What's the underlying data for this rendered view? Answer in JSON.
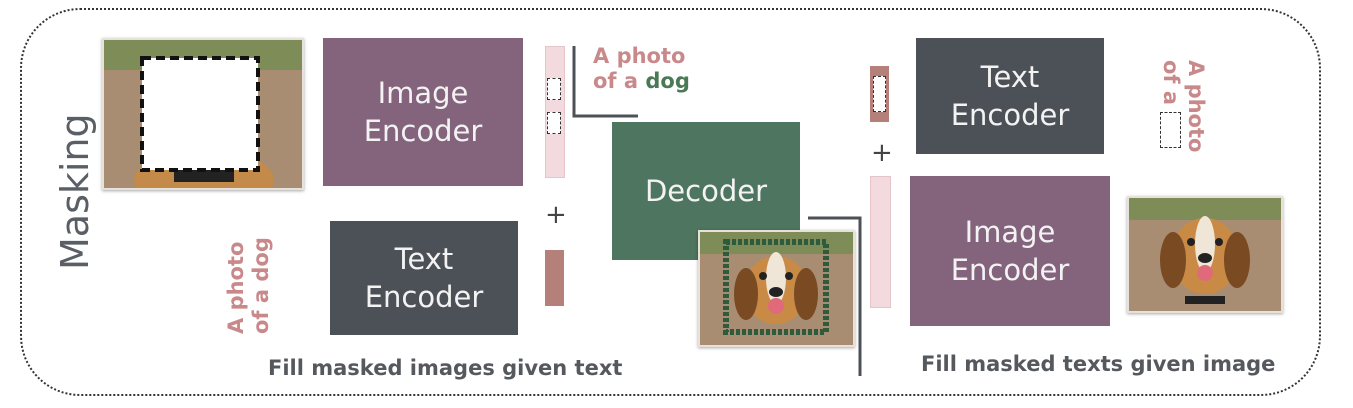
{
  "side_label": "Masking",
  "left": {
    "image_encoder": "Image\nEncoder",
    "text_encoder": "Text\nEncoder",
    "caption_line1": "A photo",
    "caption_line2_prefix": "of a",
    "caption_line2_word": "dog",
    "vertical_caption_line1": "A photo",
    "vertical_caption_line2": "of a dog",
    "plus": "+",
    "title": "Fill masked images given text"
  },
  "center": {
    "decoder": "Decoder"
  },
  "right": {
    "text_encoder": "Text\nEncoder",
    "image_encoder": "Image\nEncoder",
    "vertical_caption_line1": "A photo",
    "vertical_caption_line2": "of a",
    "plus": "+",
    "title": "Fill masked texts given image"
  },
  "colors": {
    "image_encoder": "#84637c",
    "text_encoder": "#4c5057",
    "decoder": "#4e755f",
    "token_pink": "#f2dade",
    "token_rose": "#b58079"
  }
}
